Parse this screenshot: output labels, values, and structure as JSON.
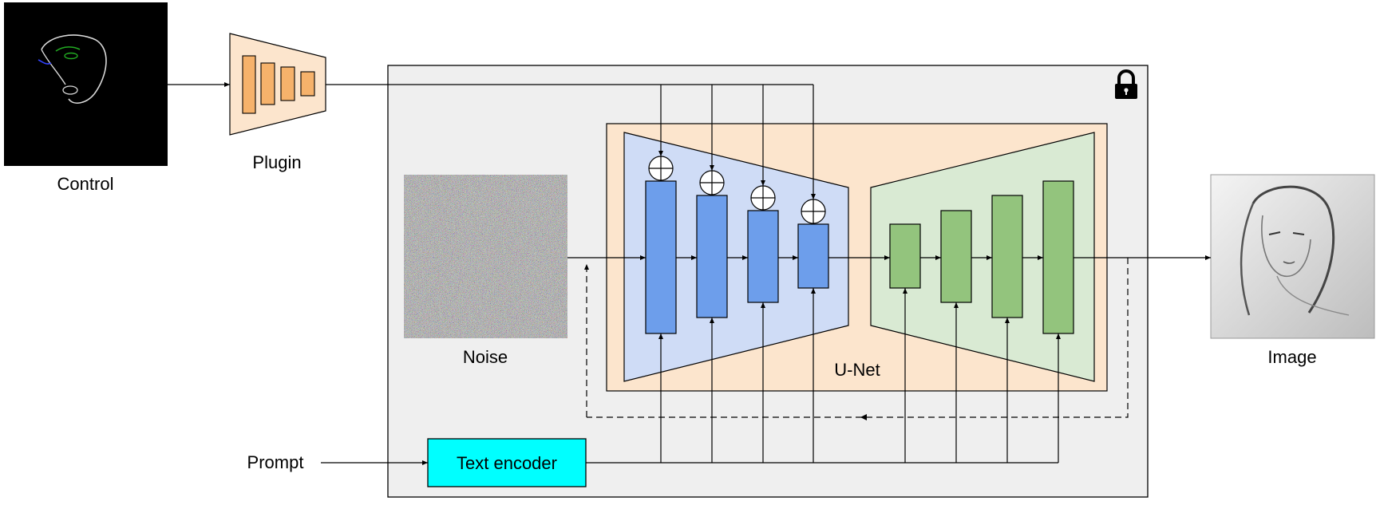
{
  "labels": {
    "control": "Control",
    "plugin": "Plugin",
    "noise": "Noise",
    "unet": "U-Net",
    "image": "Image",
    "prompt": "Prompt",
    "text_encoder": "Text encoder"
  },
  "colors": {
    "plugin_fill": "#fce5cd",
    "plugin_block": "#f6b26b",
    "frozen_panel": "#efefef",
    "unet_panel": "#fce5cd",
    "encoder_fill": "#cfdcf6",
    "encoder_block": "#6d9eeb",
    "decoder_fill": "#d9ead3",
    "decoder_block": "#93c47d",
    "text_encoder_fill": "#00ffff"
  },
  "icons": {
    "frozen": "lock-icon",
    "adder": "circle-plus-icon"
  }
}
